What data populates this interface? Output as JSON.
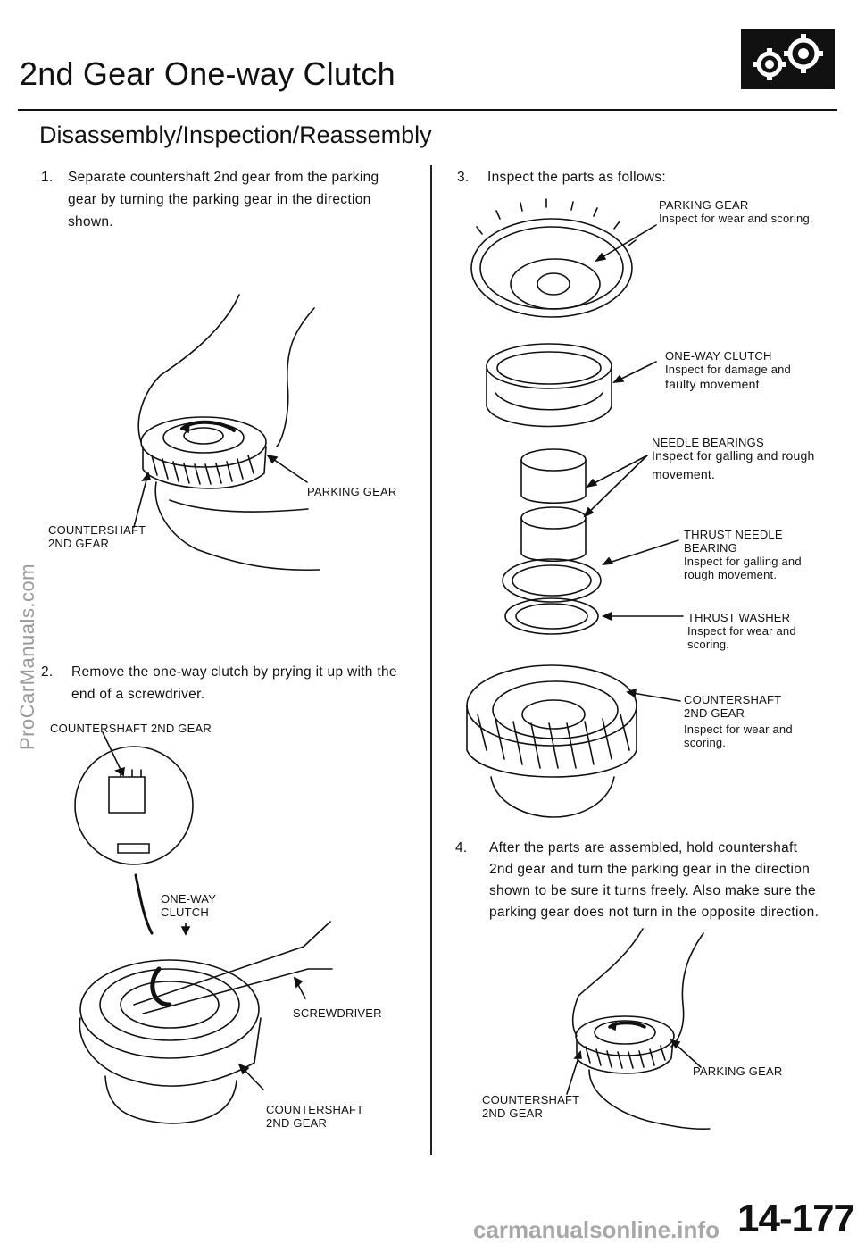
{
  "header": {
    "title": "2nd Gear One-way Clutch",
    "subtitle": "Disassembly/Inspection/Reassembly"
  },
  "steps": {
    "s1": {
      "num": "1.",
      "lines": [
        "Separate countershaft 2nd gear from the parking",
        "gear by turning the parking gear in the direction",
        "shown."
      ]
    },
    "s2": {
      "num": "2.",
      "lines": [
        "Remove the one-way clutch by prying it up with the",
        "end of a screwdriver."
      ]
    },
    "s3": {
      "num": "3.",
      "lines": [
        "Inspect the parts as follows:"
      ]
    },
    "s4": {
      "num": "4.",
      "lines": [
        "After the parts are assembled, hold countershaft",
        "2nd gear and turn the parking gear in the direction",
        "shown to be sure it turns freely. Also make sure the",
        "parking gear does not turn in the opposite direction."
      ]
    }
  },
  "labels": {
    "fig1_parking": "PARKING GEAR",
    "fig1_cs_1": "COUNTERSHAFT",
    "fig1_cs_2": "2ND GEAR",
    "fig2_cs": "COUNTERSHAFT 2ND GEAR",
    "fig2_owc_1": "ONE-WAY",
    "fig2_owc_2": "CLUTCH",
    "fig2_screwdriver": "SCREWDRIVER",
    "fig2_cs_1": "COUNTERSHAFT",
    "fig2_cs_2": "2ND GEAR",
    "p_parking_1": "PARKING GEAR",
    "p_parking_2": "Inspect for wear and scoring.",
    "p_owc_1": "ONE-WAY CLUTCH",
    "p_owc_2": "Inspect for damage and",
    "p_owc_3": "faulty movement.",
    "p_needle_1": "NEEDLE BEARINGS",
    "p_needle_2": "Inspect for galling and rough",
    "p_needle_3": "movement.",
    "p_tnb_1": "THRUST NEEDLE",
    "p_tnb_2": "BEARING",
    "p_tnb_3": "Inspect for galling and",
    "p_tnb_4": "rough movement.",
    "p_tw_1": "THRUST WASHER",
    "p_tw_2": "Inspect for wear and",
    "p_tw_3": "scoring.",
    "p_cs_1": "COUNTERSHAFT",
    "p_cs_2": "2ND GEAR",
    "p_cs_3": "Inspect for wear and",
    "p_cs_4": "scoring.",
    "fig4_parking": "PARKING GEAR",
    "fig4_cs_1": "COUNTERSHAFT",
    "fig4_cs_2": "2ND GEAR"
  },
  "page_number": "14-177",
  "watermark_side": "ProCarManuals.com",
  "watermark_bottom": "carmanualsonline.info",
  "icons": {
    "logo": "gears-icon"
  }
}
